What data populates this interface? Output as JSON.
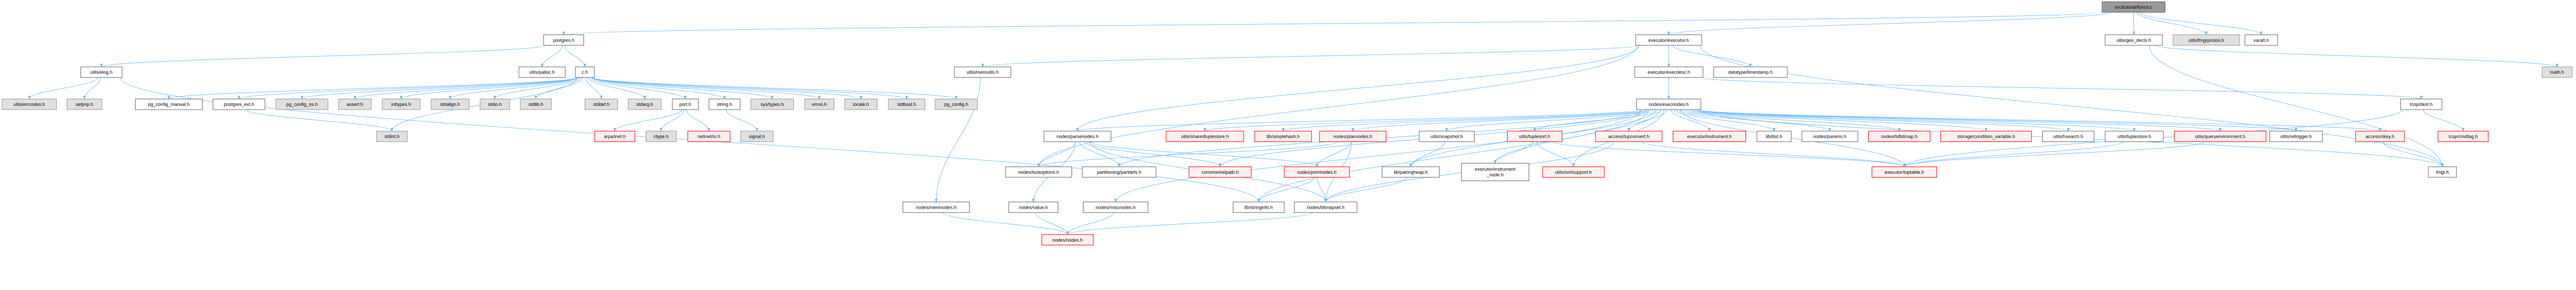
{
  "graph": {
    "title": "Include dependency graph for src/tutorial/funcs.c",
    "colors": {
      "edge": "#63b8ff",
      "root_fill": "#999999",
      "normal_fill": "#ffffff",
      "system_fill": "#e0e0e0",
      "truncated_fill": "#fff0f0",
      "truncated_border": "#ff0000"
    },
    "nodes": [
      {
        "id": "funcs_c",
        "label": "src/tutorial/funcs.c",
        "kind": "root"
      },
      {
        "id": "postgres_h",
        "label": "postgres.h",
        "kind": "normal"
      },
      {
        "id": "executor_h",
        "label": "executor/executor.h",
        "kind": "normal"
      },
      {
        "id": "geo_decls_h",
        "label": "utils/geo_decls.h",
        "kind": "normal"
      },
      {
        "id": "fmgrprotos_h",
        "label": "utils/fmgrprotos.h",
        "kind": "system"
      },
      {
        "id": "varatt_h",
        "label": "varatt.h",
        "kind": "normal"
      },
      {
        "id": "elog_h",
        "label": "utils/elog.h",
        "kind": "normal"
      },
      {
        "id": "palloc_h",
        "label": "utils/palloc.h",
        "kind": "normal"
      },
      {
        "id": "c_h",
        "label": "c.h",
        "kind": "normal"
      },
      {
        "id": "memutils_h",
        "label": "utils/memutils.h",
        "kind": "normal"
      },
      {
        "id": "execdesc_h",
        "label": "executor/execdesc.h",
        "kind": "normal"
      },
      {
        "id": "timestamp_h",
        "label": "datatype/timestamp.h",
        "kind": "normal"
      },
      {
        "id": "math_h",
        "label": "math.h",
        "kind": "system"
      },
      {
        "id": "errcodes_h",
        "label": "utils/errcodes.h",
        "kind": "system"
      },
      {
        "id": "setjmp_h",
        "label": "setjmp.h",
        "kind": "system"
      },
      {
        "id": "pg_config_manual_h",
        "label": "pg_config_manual.h",
        "kind": "normal"
      },
      {
        "id": "postgres_ext_h",
        "label": "postgres_ext.h",
        "kind": "normal"
      },
      {
        "id": "pg_config_os_h",
        "label": "pg_config_os.h",
        "kind": "system"
      },
      {
        "id": "assert_h",
        "label": "assert.h",
        "kind": "system"
      },
      {
        "id": "inttypes_h",
        "label": "inttypes.h",
        "kind": "system"
      },
      {
        "id": "stdalign_h",
        "label": "stdalign.h",
        "kind": "system"
      },
      {
        "id": "stdio_h",
        "label": "stdio.h",
        "kind": "system"
      },
      {
        "id": "stdlib_h",
        "label": "stdlib.h",
        "kind": "system"
      },
      {
        "id": "stddef_h",
        "label": "stddef.h",
        "kind": "system"
      },
      {
        "id": "stdarg_h",
        "label": "stdarg.h",
        "kind": "system"
      },
      {
        "id": "port_h",
        "label": "port.h",
        "kind": "normal"
      },
      {
        "id": "string_h",
        "label": "string.h",
        "kind": "normal"
      },
      {
        "id": "sys_types_h",
        "label": "sys/types.h",
        "kind": "system"
      },
      {
        "id": "errno_h",
        "label": "errno.h",
        "kind": "system"
      },
      {
        "id": "locale_h",
        "label": "locale.h",
        "kind": "system"
      },
      {
        "id": "stdbool_h",
        "label": "stdbool.h",
        "kind": "system"
      },
      {
        "id": "pg_config_h",
        "label": "pg_config.h",
        "kind": "system"
      },
      {
        "id": "execnodes_h",
        "label": "nodes/execnodes.h",
        "kind": "normal"
      },
      {
        "id": "dest_h",
        "label": "tcop/dest.h",
        "kind": "normal"
      },
      {
        "id": "stdint_h",
        "label": "stdint.h",
        "kind": "system"
      },
      {
        "id": "arpa_inet_h",
        "label": "arpa/inet.h",
        "kind": "truncated"
      },
      {
        "id": "ctype_h",
        "label": "ctype.h",
        "kind": "system"
      },
      {
        "id": "netinet_in_h",
        "label": "netinet/in.h",
        "kind": "truncated"
      },
      {
        "id": "signal_h",
        "label": "signal.h",
        "kind": "system"
      },
      {
        "id": "parsenodes_h",
        "label": "nodes/parsenodes.h",
        "kind": "normal"
      },
      {
        "id": "sharedtuplestore_h",
        "label": "utils/sharedtuplestore.h",
        "kind": "truncated"
      },
      {
        "id": "simplehash_h",
        "label": "lib/simplehash.h",
        "kind": "truncated"
      },
      {
        "id": "plannodes_h",
        "label": "nodes/plannodes.h",
        "kind": "truncated"
      },
      {
        "id": "snapshot_h",
        "label": "utils/snapshot.h",
        "kind": "normal"
      },
      {
        "id": "tuplesort_h",
        "label": "utils/tuplesort.h",
        "kind": "truncated"
      },
      {
        "id": "tupconvert_h",
        "label": "access/tupconvert.h",
        "kind": "truncated"
      },
      {
        "id": "instrument_h",
        "label": "executor/instrument.h",
        "kind": "truncated"
      },
      {
        "id": "ilist_h",
        "label": "lib/ilist.h",
        "kind": "normal"
      },
      {
        "id": "params_h",
        "label": "nodes/params.h",
        "kind": "normal"
      },
      {
        "id": "tidbitmap_h",
        "label": "nodes/tidbitmap.h",
        "kind": "truncated"
      },
      {
        "id": "condition_variable_h",
        "label": "storage/condition_variable.h",
        "kind": "truncated"
      },
      {
        "id": "hsearch_h",
        "label": "utils/hsearch.h",
        "kind": "normal"
      },
      {
        "id": "tuplestore_h",
        "label": "utils/tuplestore.h",
        "kind": "normal"
      },
      {
        "id": "queryenvironment_h",
        "label": "utils/queryenvironment.h",
        "kind": "truncated"
      },
      {
        "id": "reltrigger_h",
        "label": "utils/reltrigger.h",
        "kind": "normal"
      },
      {
        "id": "skey_h",
        "label": "access/skey.h",
        "kind": "truncated"
      },
      {
        "id": "cmdtag_h",
        "label": "tcop/cmdtag.h",
        "kind": "truncated"
      },
      {
        "id": "lockoptions_h",
        "label": "nodes/lockoptions.h",
        "kind": "normal"
      },
      {
        "id": "partdefs_h",
        "label": "partitioning/partdefs.h",
        "kind": "normal"
      },
      {
        "id": "relpath_h",
        "label": "common/relpath.h",
        "kind": "truncated"
      },
      {
        "id": "primnodes_h",
        "label": "nodes/primnodes.h",
        "kind": "truncated"
      },
      {
        "id": "pairingheap_h",
        "label": "lib/pairingheap.h",
        "kind": "normal"
      },
      {
        "id": "instrument_node_h",
        "label": "executor/instrument\n_node.h",
        "kind": "normal"
      },
      {
        "id": "sortsupport_h",
        "label": "utils/sortsupport.h",
        "kind": "truncated"
      },
      {
        "id": "tuptable_h",
        "label": "executor/tuptable.h",
        "kind": "truncated"
      },
      {
        "id": "fmgr_h",
        "label": "fmgr.h",
        "kind": "normal"
      },
      {
        "id": "memnodes_h",
        "label": "nodes/memnodes.h",
        "kind": "normal"
      },
      {
        "id": "value_h",
        "label": "nodes/value.h",
        "kind": "normal"
      },
      {
        "id": "miscnodes_h",
        "label": "nodes/miscnodes.h",
        "kind": "normal"
      },
      {
        "id": "stringinfo_h",
        "label": "lib/stringinfo.h",
        "kind": "normal"
      },
      {
        "id": "bitmapset_h",
        "label": "nodes/bitmapset.h",
        "kind": "normal"
      },
      {
        "id": "nodes_h",
        "label": "nodes/nodes.h",
        "kind": "truncated"
      }
    ],
    "edges": [
      [
        "funcs_c",
        "postgres_h"
      ],
      [
        "funcs_c",
        "executor_h"
      ],
      [
        "funcs_c",
        "geo_decls_h"
      ],
      [
        "funcs_c",
        "fmgrprotos_h"
      ],
      [
        "funcs_c",
        "varatt_h"
      ],
      [
        "postgres_h",
        "elog_h"
      ],
      [
        "postgres_h",
        "palloc_h"
      ],
      [
        "postgres_h",
        "c_h"
      ],
      [
        "elog_h",
        "errcodes_h"
      ],
      [
        "elog_h",
        "setjmp_h"
      ],
      [
        "elog_h",
        "stringinfo_h"
      ],
      [
        "c_h",
        "pg_config_manual_h"
      ],
      [
        "c_h",
        "postgres_ext_h"
      ],
      [
        "c_h",
        "pg_config_os_h"
      ],
      [
        "c_h",
        "assert_h"
      ],
      [
        "c_h",
        "inttypes_h"
      ],
      [
        "c_h",
        "stdalign_h"
      ],
      [
        "c_h",
        "stdio_h"
      ],
      [
        "c_h",
        "stdlib_h"
      ],
      [
        "c_h",
        "stddef_h"
      ],
      [
        "c_h",
        "stdarg_h"
      ],
      [
        "c_h",
        "port_h"
      ],
      [
        "c_h",
        "string_h"
      ],
      [
        "c_h",
        "sys_types_h"
      ],
      [
        "c_h",
        "errno_h"
      ],
      [
        "c_h",
        "locale_h"
      ],
      [
        "c_h",
        "stdbool_h"
      ],
      [
        "c_h",
        "pg_config_h"
      ],
      [
        "c_h",
        "stdint_h"
      ],
      [
        "postgres_ext_h",
        "stdint_h"
      ],
      [
        "port_h",
        "arpa_inet_h"
      ],
      [
        "port_h",
        "ctype_h"
      ],
      [
        "port_h",
        "netinet_in_h"
      ],
      [
        "string_h",
        "signal_h"
      ],
      [
        "executor_h",
        "execdesc_h"
      ],
      [
        "executor_h",
        "timestamp_h"
      ],
      [
        "executor_h",
        "memutils_h"
      ],
      [
        "executor_h",
        "parsenodes_h"
      ],
      [
        "executor_h",
        "lockoptions_h"
      ],
      [
        "executor_h",
        "fmgr_h"
      ],
      [
        "geo_decls_h",
        "math_h"
      ],
      [
        "geo_decls_h",
        "fmgr_h"
      ],
      [
        "memutils_h",
        "memnodes_h"
      ],
      [
        "execdesc_h",
        "execnodes_h"
      ],
      [
        "execdesc_h",
        "dest_h"
      ],
      [
        "execnodes_h",
        "parsenodes_h"
      ],
      [
        "execnodes_h",
        "sharedtuplestore_h"
      ],
      [
        "execnodes_h",
        "simplehash_h"
      ],
      [
        "execnodes_h",
        "plannodes_h"
      ],
      [
        "execnodes_h",
        "snapshot_h"
      ],
      [
        "execnodes_h",
        "tuplesort_h"
      ],
      [
        "execnodes_h",
        "tupconvert_h"
      ],
      [
        "execnodes_h",
        "instrument_h"
      ],
      [
        "execnodes_h",
        "ilist_h"
      ],
      [
        "execnodes_h",
        "params_h"
      ],
      [
        "execnodes_h",
        "tidbitmap_h"
      ],
      [
        "execnodes_h",
        "condition_variable_h"
      ],
      [
        "execnodes_h",
        "hsearch_h"
      ],
      [
        "execnodes_h",
        "tuplestore_h"
      ],
      [
        "execnodes_h",
        "queryenvironment_h"
      ],
      [
        "execnodes_h",
        "reltrigger_h"
      ],
      [
        "execnodes_h",
        "skey_h"
      ],
      [
        "execnodes_h",
        "partdefs_h"
      ],
      [
        "execnodes_h",
        "miscnodes_h"
      ],
      [
        "execnodes_h",
        "instrument_node_h"
      ],
      [
        "execnodes_h",
        "pairingheap_h"
      ],
      [
        "execnodes_h",
        "sortsupport_h"
      ],
      [
        "execnodes_h",
        "tuptable_h"
      ],
      [
        "execnodes_h",
        "fmgr_h"
      ],
      [
        "execnodes_h",
        "stringinfo_h"
      ],
      [
        "execnodes_h",
        "relpath_h"
      ],
      [
        "dest_h",
        "cmdtag_h"
      ],
      [
        "dest_h",
        "tuptable_h"
      ],
      [
        "parsenodes_h",
        "lockoptions_h"
      ],
      [
        "parsenodes_h",
        "partdefs_h"
      ],
      [
        "parsenodes_h",
        "relpath_h"
      ],
      [
        "parsenodes_h",
        "primnodes_h"
      ],
      [
        "parsenodes_h",
        "value_h"
      ],
      [
        "parsenodes_h",
        "bitmapset_h"
      ],
      [
        "plannodes_h",
        "primnodes_h"
      ],
      [
        "plannodes_h",
        "lockoptions_h"
      ],
      [
        "plannodes_h",
        "bitmapset_h"
      ],
      [
        "primnodes_h",
        "bitmapset_h"
      ],
      [
        "primnodes_h",
        "stringinfo_h"
      ],
      [
        "snapshot_h",
        "pairingheap_h"
      ],
      [
        "pairingheap_h",
        "bitmapset_h"
      ],
      [
        "tuplesort_h",
        "instrument_node_h"
      ],
      [
        "tuplesort_h",
        "sortsupport_h"
      ],
      [
        "tuplesort_h",
        "tuptable_h"
      ],
      [
        "tupconvert_h",
        "bitmapset_h"
      ],
      [
        "tupconvert_h",
        "tuptable_h"
      ],
      [
        "tuplestore_h",
        "tuptable_h"
      ],
      [
        "queryenvironment_h",
        "tuptable_h"
      ],
      [
        "skey_h",
        "fmgr_h"
      ],
      [
        "memnodes_h",
        "nodes_h"
      ],
      [
        "value_h",
        "nodes_h"
      ],
      [
        "miscnodes_h",
        "nodes_h"
      ],
      [
        "bitmapset_h",
        "nodes_h"
      ]
    ]
  }
}
